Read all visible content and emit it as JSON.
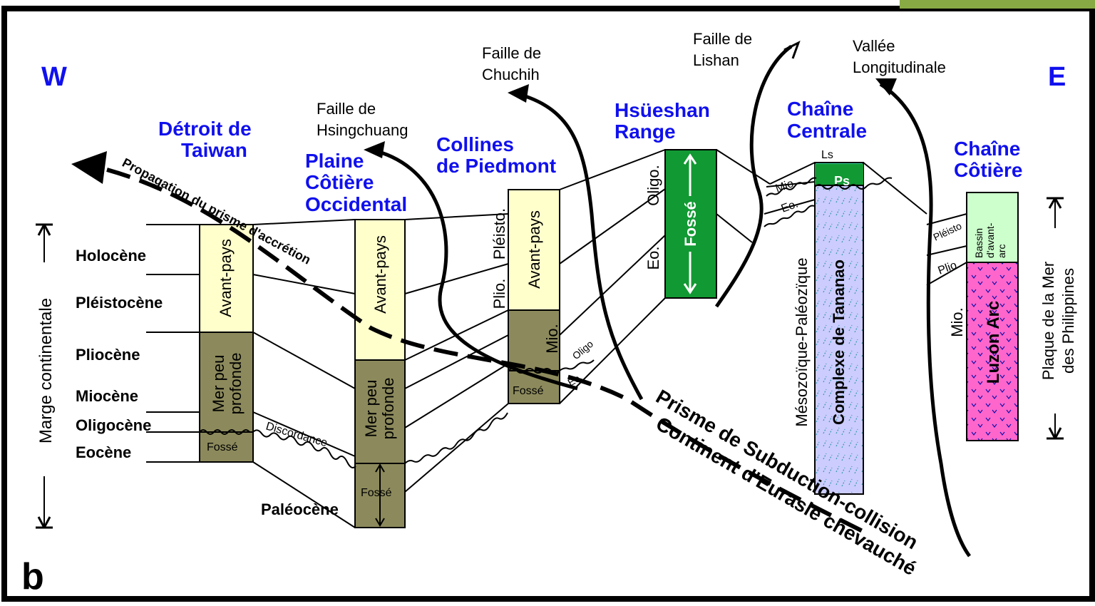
{
  "panel_letter": "b",
  "directions": {
    "west": "W",
    "east": "E"
  },
  "ages": [
    "Holocène",
    "Pléistocène",
    "Pliocène",
    "Miocène",
    "Oligocène",
    "Eocène",
    "Paléocène"
  ],
  "margin_label": "Marge continentale",
  "plate_label": [
    "Plaque de la Mer",
    "des Philippines"
  ],
  "regions": {
    "taiwan_strait": [
      "Détroit de",
      "Taiwan"
    ],
    "coastal_plain": [
      "Plaine",
      "Côtière",
      "Occidental"
    ],
    "piedmont_hills": [
      "Collines",
      "de Piedmont"
    ],
    "hsueshan": [
      "Hsüeshan",
      "Range"
    ],
    "central_range": [
      "Chaîne",
      "Centrale"
    ],
    "coastal_range": [
      "Chaîne",
      "Côtière"
    ]
  },
  "faults": {
    "hsingchuang": [
      "Faille de",
      "Hsingchuang"
    ],
    "chuchih": [
      "Faille de",
      "Chuchih"
    ],
    "lishan": [
      "Faille de",
      "Lishan"
    ],
    "longitudinal_valley": [
      "Vallée",
      "Longitudinale"
    ]
  },
  "column_labels": {
    "foreland": "Avant-pays",
    "shallow_sea": [
      "Mer peu",
      "profonde"
    ],
    "graben": "Fossé",
    "unconformity": "Discordance",
    "plio": "Plio.",
    "pleisto": "Pléisto.",
    "mio": "Mio.",
    "oligo_short": "Oligo",
    "eo_short": "Eo",
    "oligo": "Oligo.",
    "eo": "Eo.",
    "mio_central": "Mio",
    "ls": "Ls",
    "ps": "Ps",
    "tananao": "Complexe de Tananao",
    "meso_paleozoic": "Mésozoïque-Paléozïque",
    "pleisto_coastal": "Pléisto",
    "plio_coastal": "Plio",
    "mio_coastal": "Mio.",
    "forearc_basin": [
      "Bassin",
      "d'avant-",
      "arc"
    ],
    "luzon_arc": "Luzon Arc"
  },
  "propagation_label": "Propagation du prisme d'accrétion",
  "prism_label": "Prisme de Subduction-collision",
  "continent_label": "Continent d'Eurasie chevauché",
  "colors": {
    "foreland": "#ffffcc",
    "shallow_sea": "#8c8a5c",
    "hsueshan_graben": "#119933",
    "ls_green": "#33cc99",
    "ps_green": "#119933",
    "tananao": "#ccccff",
    "forearc": "#ccffcc",
    "luzon": "#ff66cc",
    "title_blue": "#1010ee"
  }
}
